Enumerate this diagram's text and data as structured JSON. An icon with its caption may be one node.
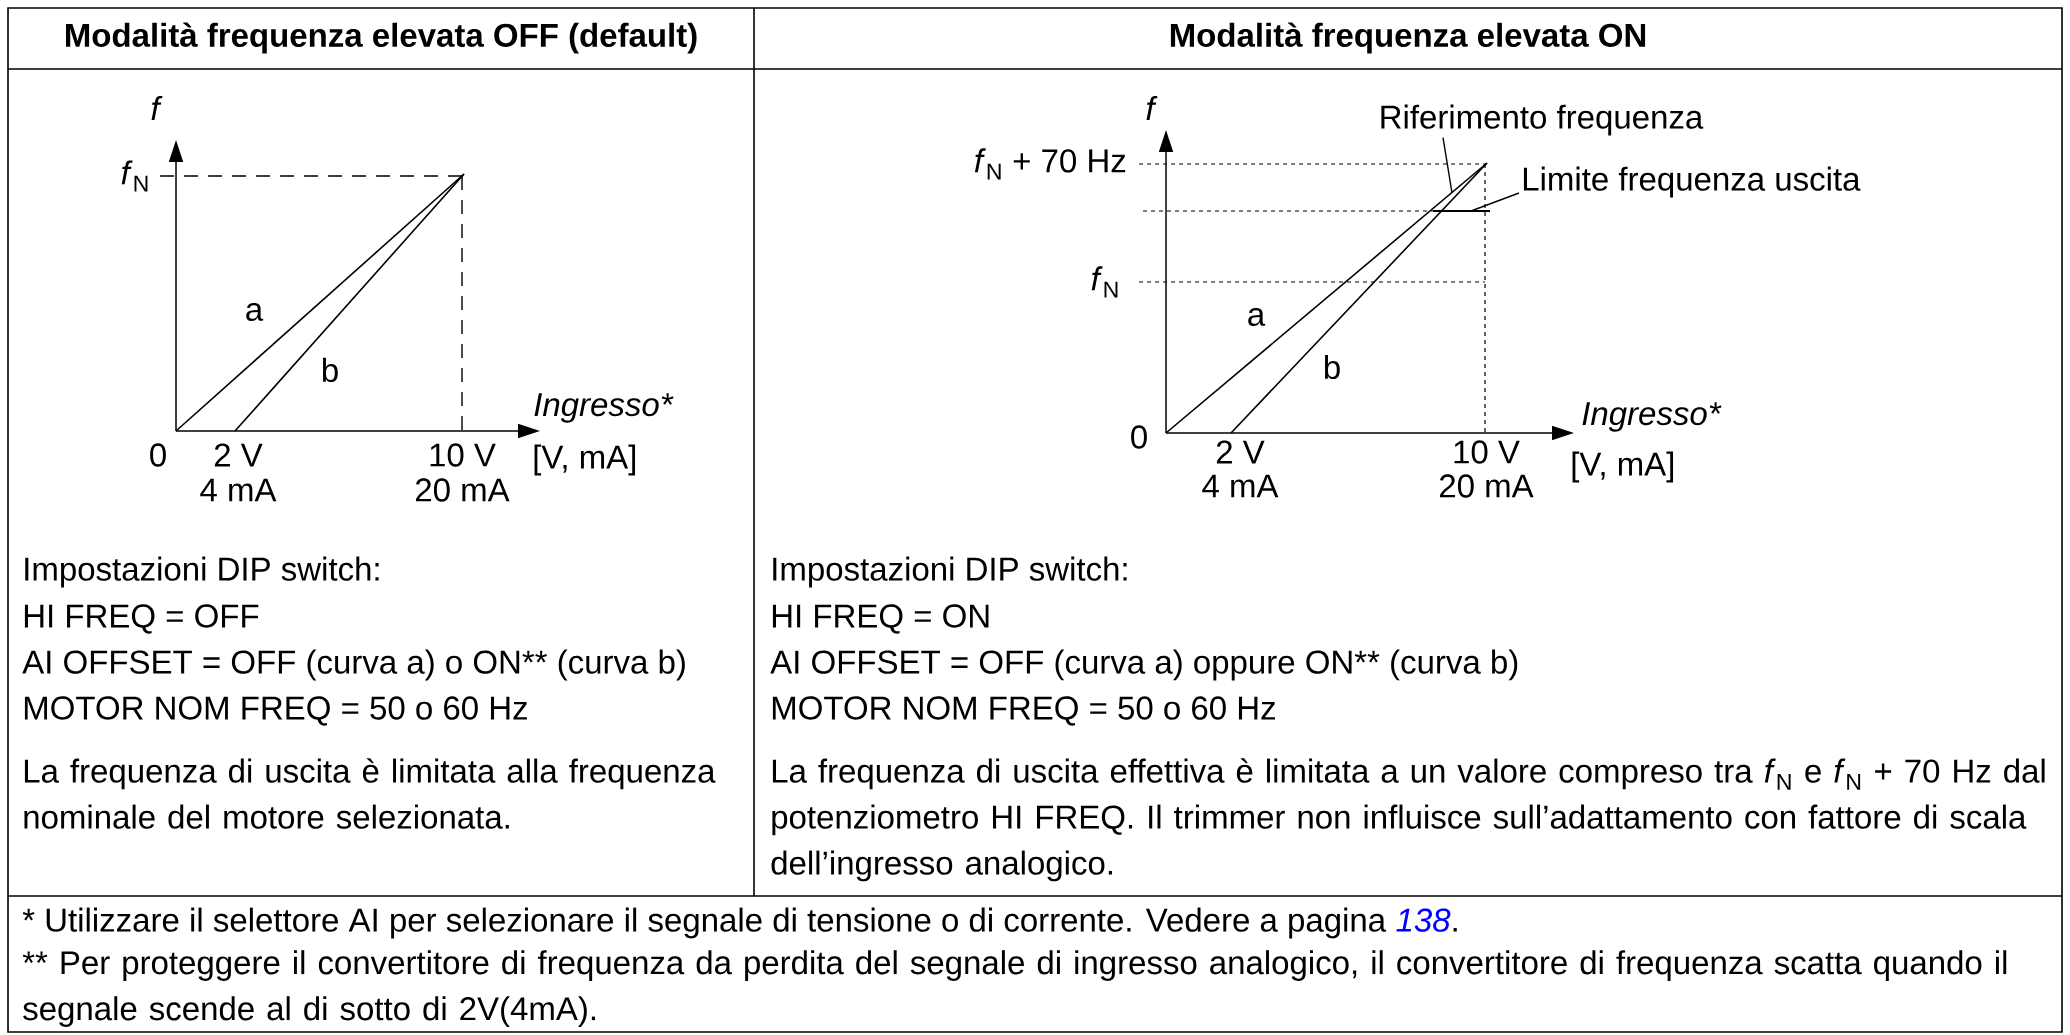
{
  "diagram": {
    "nodes": [
      {
        "text": [
          "Riferimento frequenza"
        ]
      },
      {
        "text": [
          "Limite frequenza uscita"
        ]
      }
    ],
    "edges": [
      {
        "from": 0,
        "to": null,
        "arrow": "none"
      },
      {
        "from": 1,
        "to": null,
        "arrow": "none"
      }
    ],
    "labels": [
      "Modalità frequenza elevata OFF (default)",
      "Modalità frequenza elevata ON",
      "f",
      "*f*$_{N}$",
      "a",
      "b",
      "Ingresso*",
      "0",
      "2 V",
      "4 mA",
      "10 V",
      "20 mA",
      "[V, mA]",
      "f",
      "*f*$_{N}$ + 70 Hz",
      "*f*$_{N}$",
      "a",
      "b",
      "Ingresso*",
      "0",
      "2 V",
      "4 mA",
      "10 V",
      "20 mA",
      "[V, mA]",
      "Impostazioni DIP switch:",
      "HI FREQ = OFF",
      "AI OFFSET = OFF (curva a) o ON** (curva b)",
      "MOTOR NOM FREQ = 50 o 60 Hz",
      "La frequenza di uscita è limitata alla frequenza nominale del motore selezionata.",
      "Impostazioni DIP switch:",
      "HI FREQ = ON",
      "AI OFFSET = OFF (curva a) oppure ON** (curva b)",
      "MOTOR NOM FREQ = 50 o 60 Hz",
      "La frequenza di uscita effettiva è limitata a un valore compreso tra *f*$_{N}$ e *f*$_{N}$ + 70 Hz dal potenziometro HI FREQ. Il trimmer non influisce sull’adattamento con fattore di scala dell’ingresso analogico.",
      "* Utilizzare il selettore AI per selezionare il segnale di tensione o di corrente. Vedere a pagina",
      "138",
      ".",
      "** Per proteggere il convertitore di frequenza da perdita del segnale di ingresso analogico, il convertitore di frequenza scatta quando il segnale scende al di sotto di 2V(4mA)."
    ]
  }
}
